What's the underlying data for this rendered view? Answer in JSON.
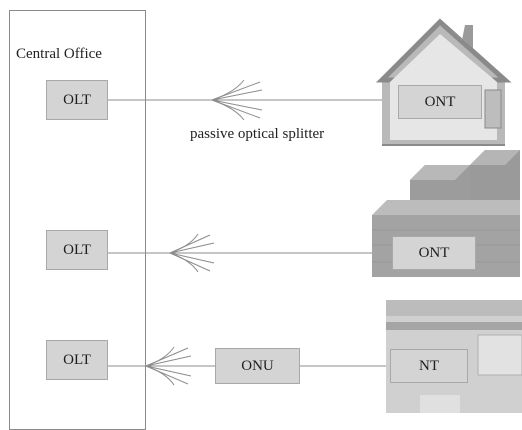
{
  "central_office": {
    "label": "Central Office"
  },
  "rows": [
    {
      "olt_label": "OLT",
      "premise_label": "ONT",
      "premise_icon": "house-icon"
    },
    {
      "olt_label": "OLT",
      "premise_label": "ONT",
      "premise_icon": "building-icon"
    },
    {
      "olt_label": "OLT",
      "middle_label": "ONU",
      "premise_label": "NT",
      "premise_icon": "shop-icon"
    }
  ],
  "splitter": {
    "label": "passive optical splitter",
    "icon": "splitter-icon"
  },
  "colors": {
    "node_fill": "#d4d4d4",
    "node_border": "#a8a8a8",
    "line": "#8c8c8c",
    "building_brick": "#a3a3a3"
  }
}
